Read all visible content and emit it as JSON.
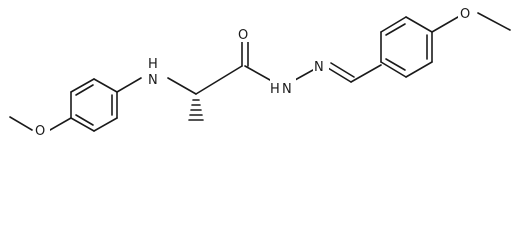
{
  "molecule": {
    "atoms": {
      "o_left": "O",
      "nh_amine": "H",
      "n_amine": "N",
      "o_carbonyl": "O",
      "n_hydrazide": "N",
      "nh_hydrazide": "H",
      "n_imine": "N",
      "o_right": "O"
    },
    "colors": {
      "bond": "#1a1a1a",
      "label": "#1a1a1a",
      "background": "#ffffff"
    }
  }
}
